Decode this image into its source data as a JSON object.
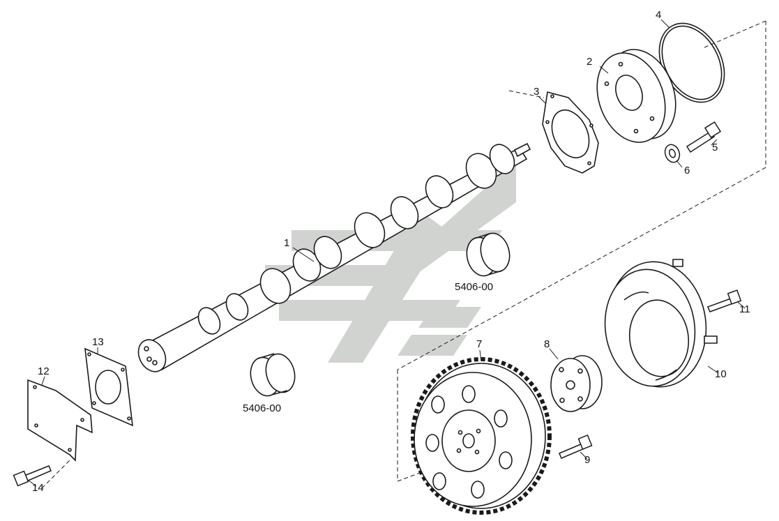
{
  "labels": {
    "p1": "1",
    "p2": "2",
    "p3": "3",
    "p4": "4",
    "p5": "5",
    "p6": "6",
    "p7": "7",
    "p8": "8",
    "p9": "9",
    "p10": "10",
    "p11": "11",
    "p12": "12",
    "p13": "13",
    "p14": "14",
    "ref_a": "5406-00",
    "ref_b": "5406-00"
  },
  "colors": {
    "line": "#1a1a1a",
    "fill": "#ffffff",
    "watermark": "#c8ccc8"
  },
  "watermark": "watermark-logo"
}
